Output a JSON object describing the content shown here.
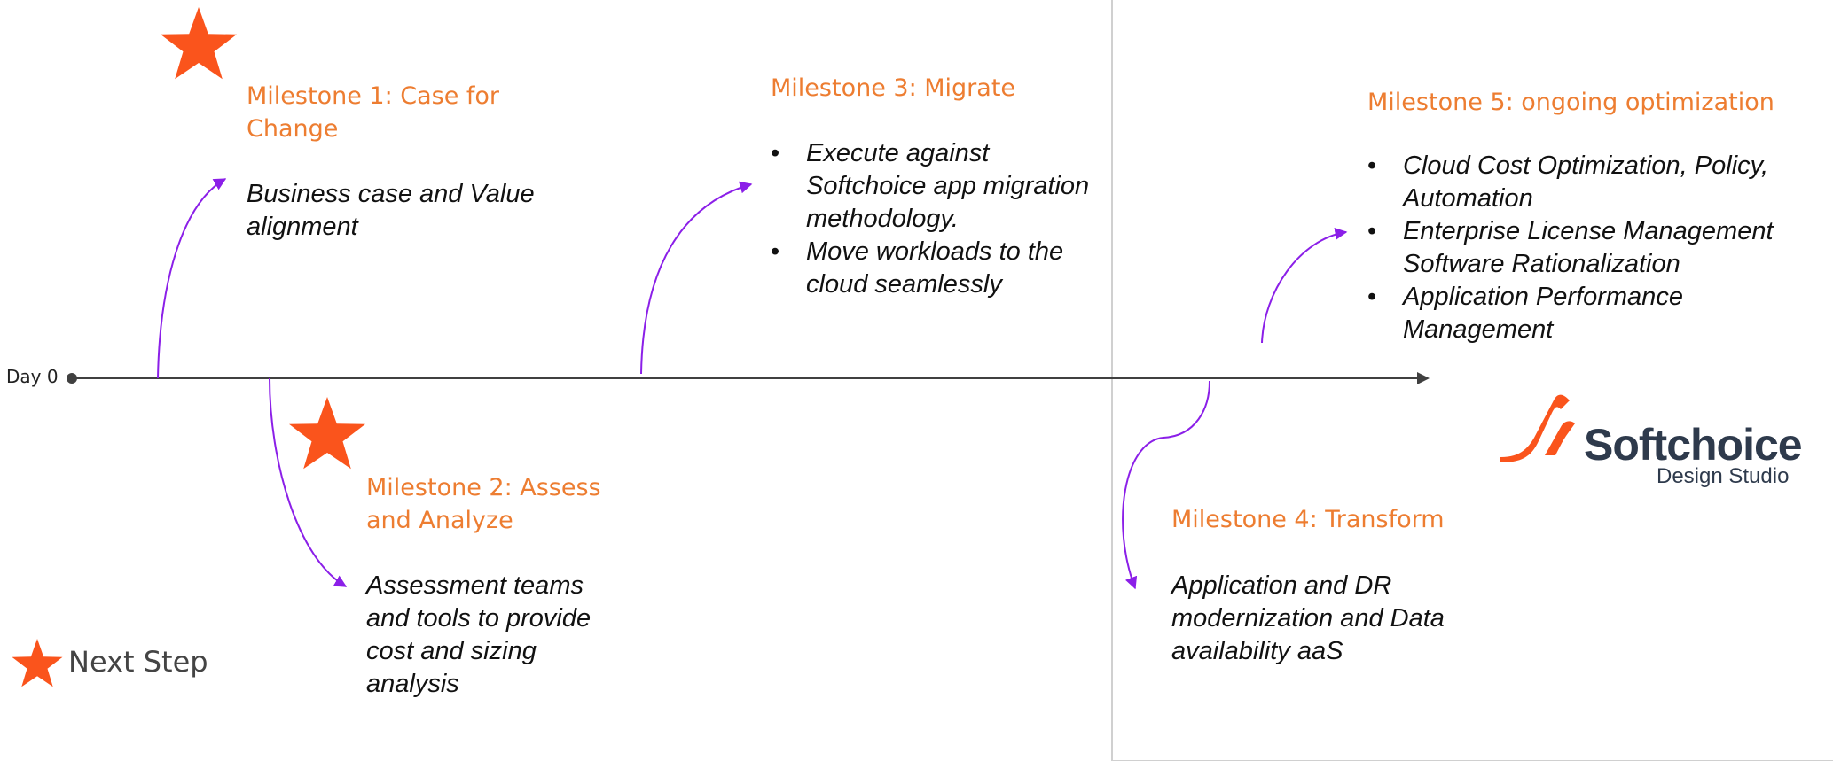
{
  "timeline": {
    "start_label": "Day 0"
  },
  "milestones": [
    {
      "title_lines": [
        "Milestone 1: Case for",
        "Change"
      ],
      "description": "Business case and Value alignment",
      "next_step": true
    },
    {
      "title_lines": [
        "Milestone 2: Assess",
        "and Analyze"
      ],
      "description": "Assessment teams and tools to provide cost and sizing analysis",
      "next_step": true
    },
    {
      "title_lines": [
        "Milestone 3: Migrate"
      ],
      "bullets": [
        "Execute against Softchoice app migration methodology.",
        "Move workloads to the cloud seamlessly"
      ],
      "next_step": false
    },
    {
      "title_lines": [
        "Milestone 4: Transform"
      ],
      "description": "Application and DR modernization and Data availability aaS",
      "next_step": false
    },
    {
      "title_lines": [
        "Milestone 5: ongoing optimization"
      ],
      "bullets": [
        "Cloud Cost Optimization, Policy, Automation",
        "Enterprise License Management Software Rationalization",
        "Application Performance Management"
      ],
      "next_step": false
    }
  ],
  "legend": {
    "label": "Next Step",
    "icon": "star-icon"
  },
  "logo": {
    "name": "Softchoice",
    "subtitle": "Design Studio"
  },
  "colors": {
    "accent_orange": "#ED7D31",
    "star_orange": "#FA541C",
    "arrow_purple": "#8B1FE8",
    "timeline": "#404040",
    "text": "#111111"
  }
}
